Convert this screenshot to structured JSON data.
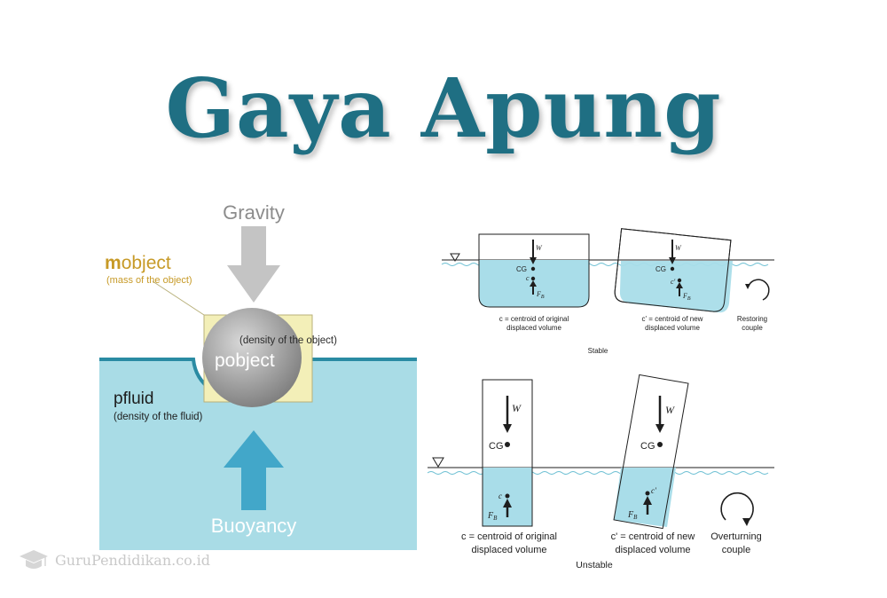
{
  "title": "Gaya Apung",
  "left_diagram": {
    "gravity": "Gravity",
    "mobject_prefix": "m",
    "mobject_word": "object",
    "mass_note": "(mass of the object)",
    "density_object_note": "(density of the object)",
    "pobject": "pobject",
    "pfluid": "pfluid",
    "density_fluid_note": "(density of the fluid)",
    "buoyancy": "Buoyancy",
    "colors": {
      "fluid": "#a9dce6",
      "surface": "#2a8ba3",
      "arrow_up": "#42a7c9",
      "arrow_down": "#c4c4c4",
      "box": "#f3efb8",
      "mobject": "#d9a520"
    }
  },
  "right_diagram": {
    "stable": {
      "w": "W",
      "cg": "CG",
      "c": "c",
      "c_prime": "c'",
      "fb": "F",
      "fb_sub": "B",
      "caption_left_1": "c = centroid of original",
      "caption_left_2": "displaced volume",
      "caption_mid_1": "c' = centroid of new",
      "caption_mid_2": "displaced volume",
      "caption_right_1": "Restoring",
      "caption_right_2": "couple",
      "label": "Stable"
    },
    "unstable": {
      "w": "W",
      "cg": "CG",
      "c": "c",
      "c_prime": "c'",
      "fb": "F",
      "fb_sub": "B",
      "caption_left_1": "c = centroid of original",
      "caption_left_2": "displaced volume",
      "caption_mid_1": "c' = centroid of new",
      "caption_mid_2": "displaced volume",
      "caption_right_1": "Overturning",
      "caption_right_2": "couple",
      "label": "Unstable"
    },
    "colors": {
      "water": "#a9dde9",
      "line": "#1e1e1e"
    }
  },
  "watermark": "GuruPendidikan.co.id"
}
